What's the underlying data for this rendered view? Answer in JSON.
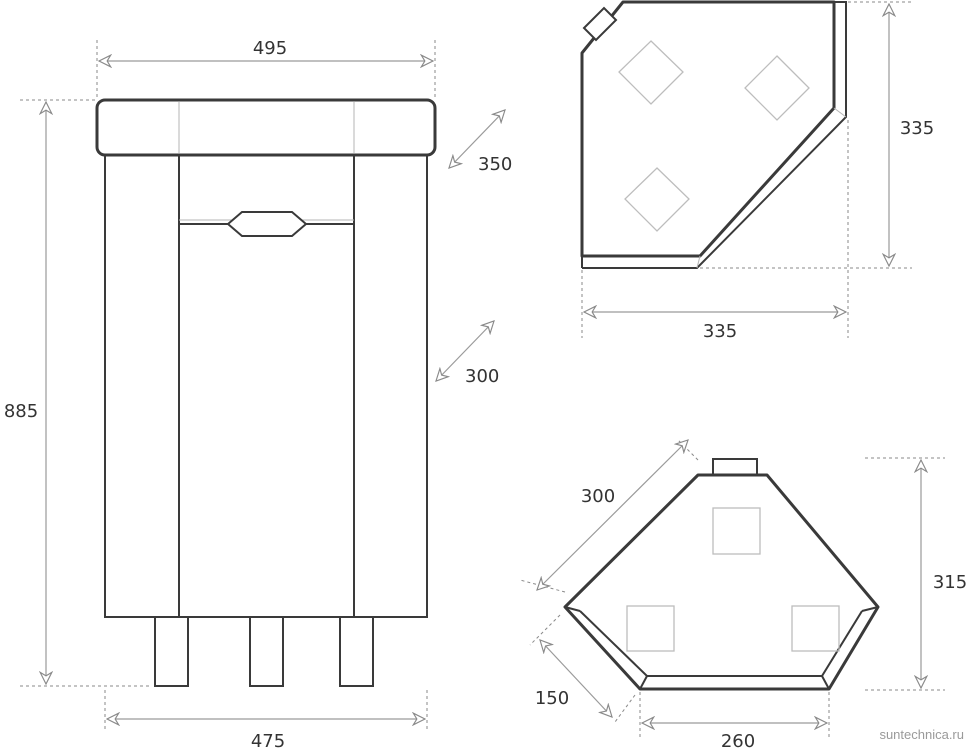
{
  "front_view": {
    "width_top": "495",
    "height": "885",
    "depth_top": "350",
    "depth_body": "300",
    "width_bottom": "475"
  },
  "top_view": {
    "depth": "335",
    "width": "335"
  },
  "bottom_view": {
    "side_long": "300",
    "side_short": "150",
    "height": "315",
    "width": "260"
  },
  "watermark": "suntechnica.ru",
  "colors": {
    "outline": "#3a3a3a",
    "dimension": "#9a9a9a",
    "tile": "#bdbdbd"
  }
}
